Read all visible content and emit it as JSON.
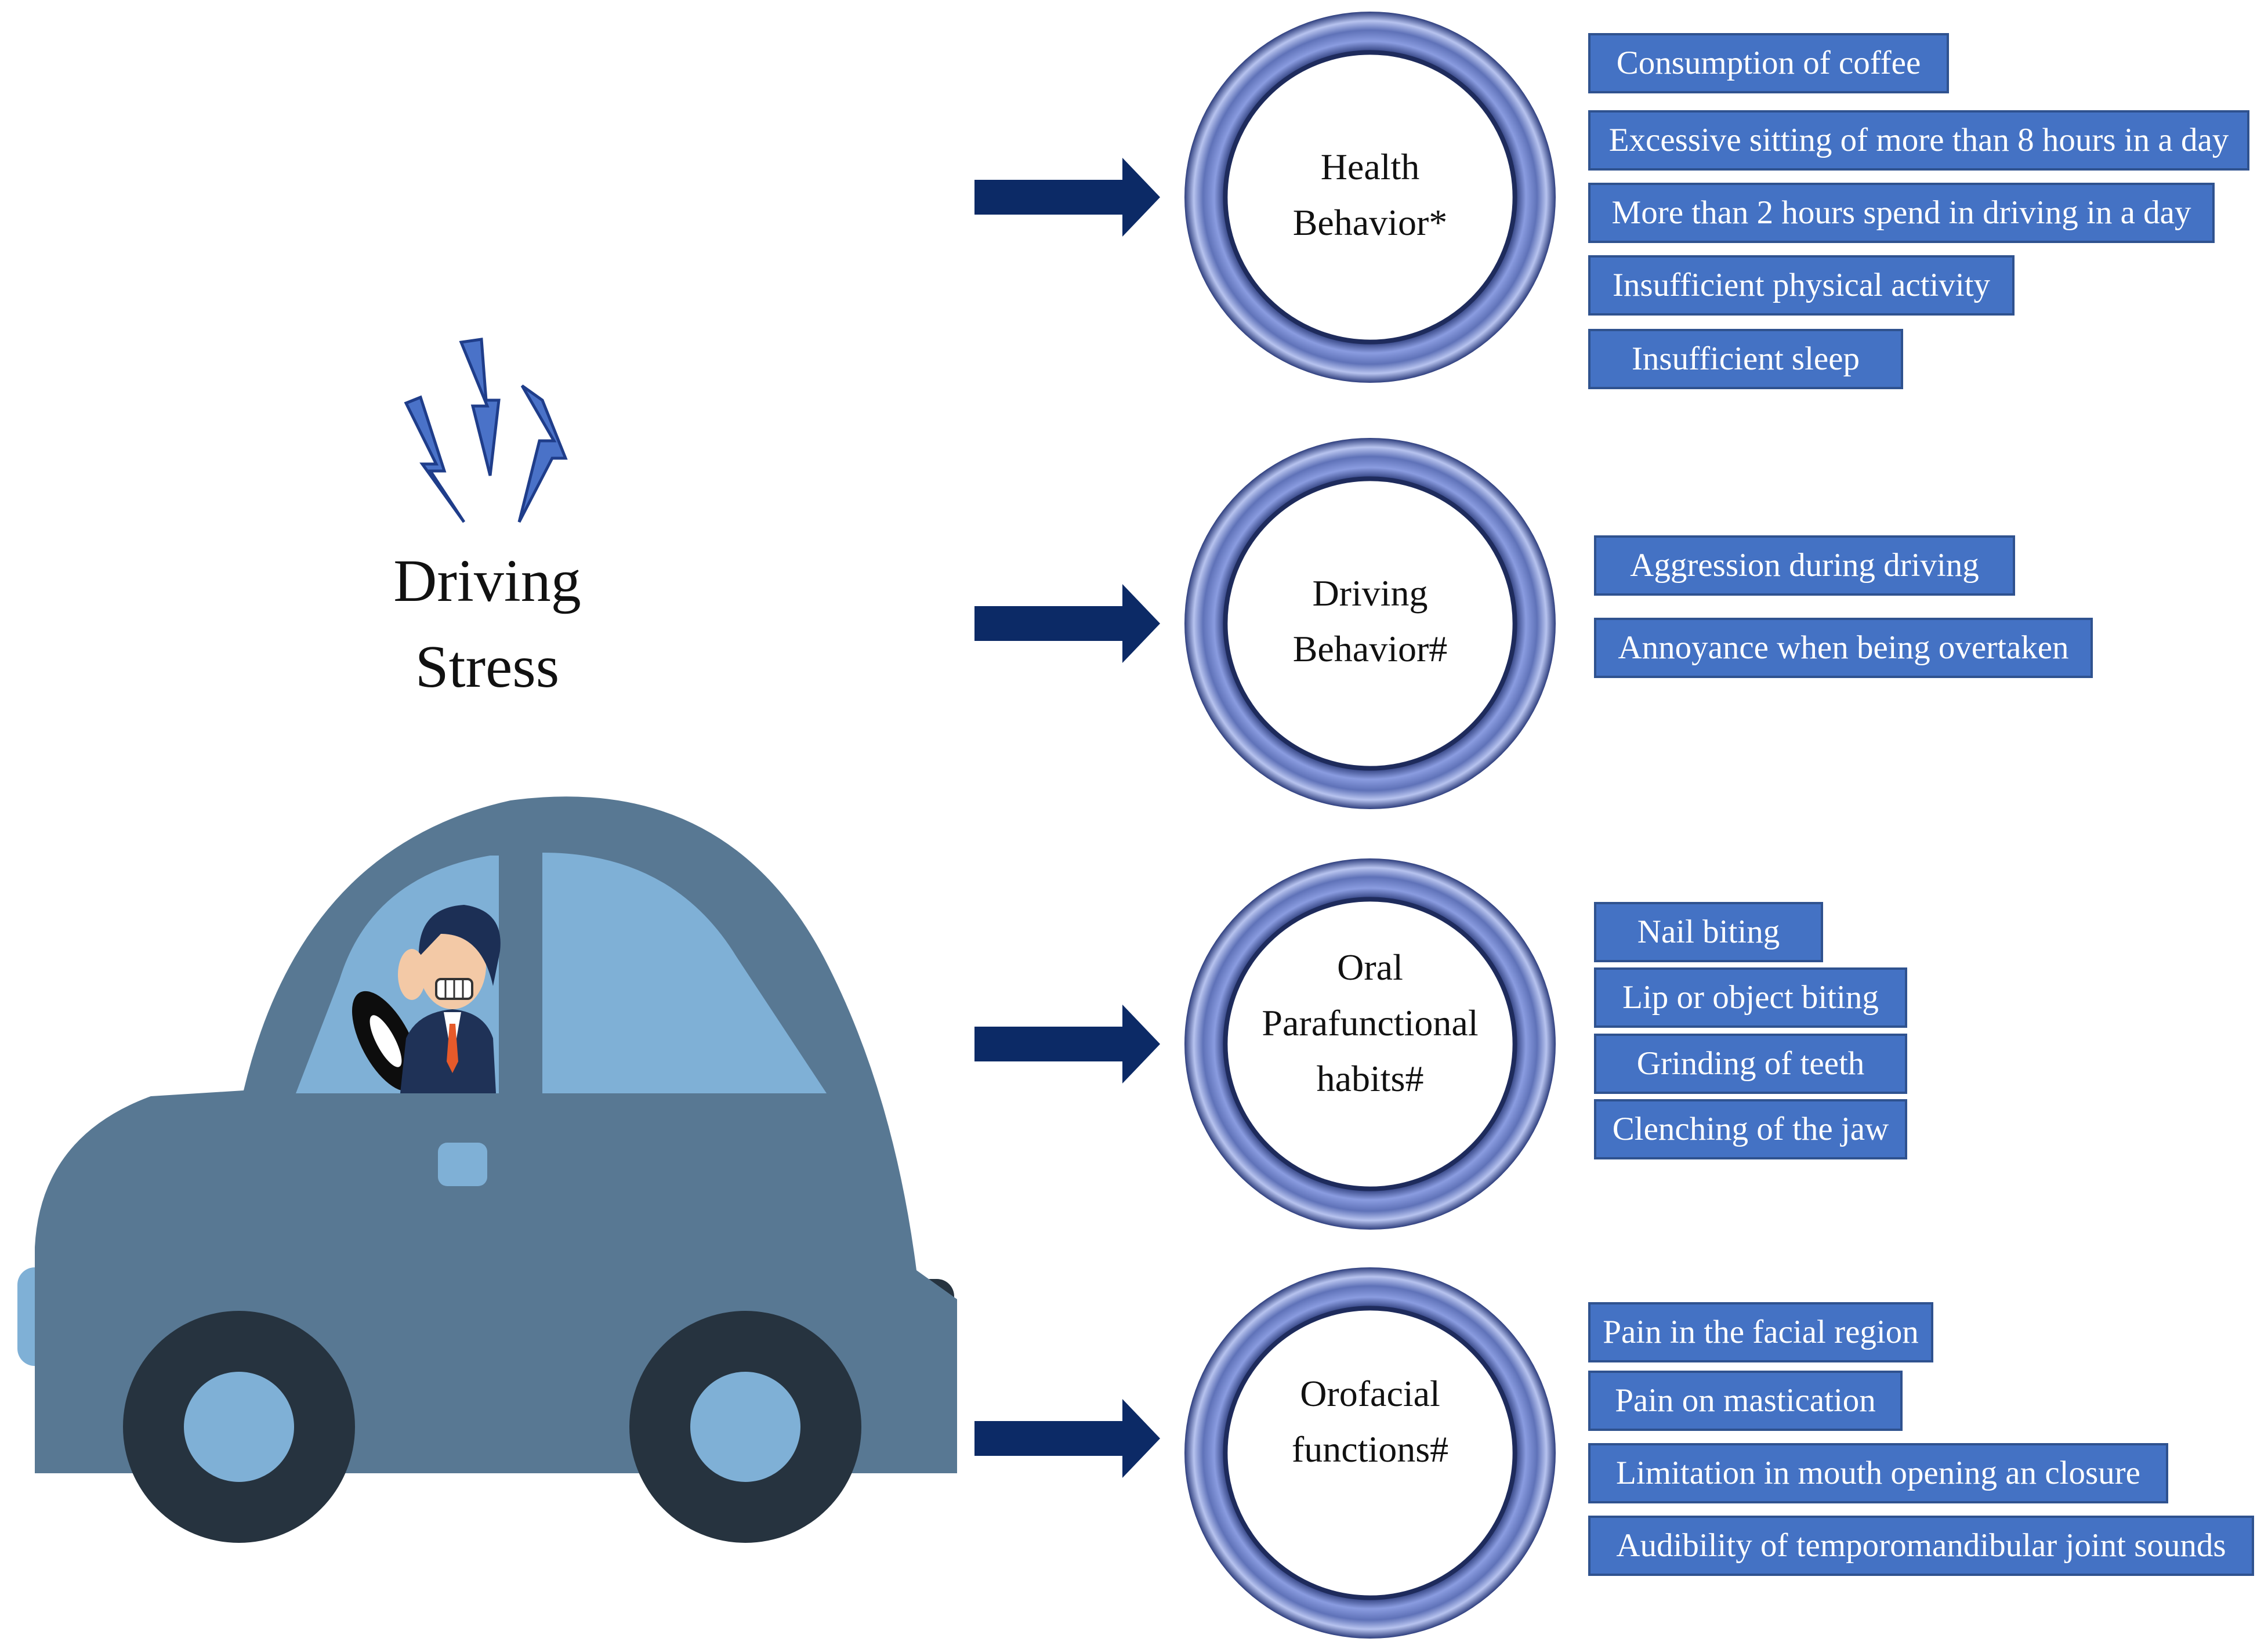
{
  "title": {
    "line1": "Driving",
    "line2": "Stress"
  },
  "categories": [
    {
      "label_lines": [
        "Health",
        "Behavior*"
      ],
      "items": [
        "Consumption of coffee",
        "Excessive sitting of more than 8 hours in a day",
        "More than 2 hours spend in driving in a day",
        "Insufficient physical activity",
        "Insufficient sleep"
      ]
    },
    {
      "label_lines": [
        "Driving",
        "Behavior#"
      ],
      "items": [
        "Aggression during driving",
        "Annoyance when being overtaken"
      ]
    },
    {
      "label_lines": [
        "Oral",
        "Parafunctional",
        "habits#"
      ],
      "items": [
        "Nail biting",
        "Lip or object biting",
        "Grinding of teeth",
        "Clenching of the jaw"
      ]
    },
    {
      "label_lines": [
        "Orofacial",
        "functions#"
      ],
      "items": [
        "Pain in the facial region",
        "Pain on mastication",
        "Limitation in mouth opening an closure",
        "Audibility of temporomandibular joint sounds"
      ]
    }
  ],
  "icons": {
    "stress": "lightning-bolts-icon",
    "vehicle": "car-with-stressed-driver-icon",
    "arrow": "right-arrow-icon",
    "ring": "ring-icon"
  },
  "colors": {
    "car_body": "#587893",
    "car_window": "#7fb0d6",
    "wheel_dark": "#26333f",
    "arrow": "#0c2a66",
    "ring": "#6d7fc4",
    "box_fill": "#4472c4",
    "box_border": "#2f528f",
    "bolt": "#4a72c8"
  }
}
